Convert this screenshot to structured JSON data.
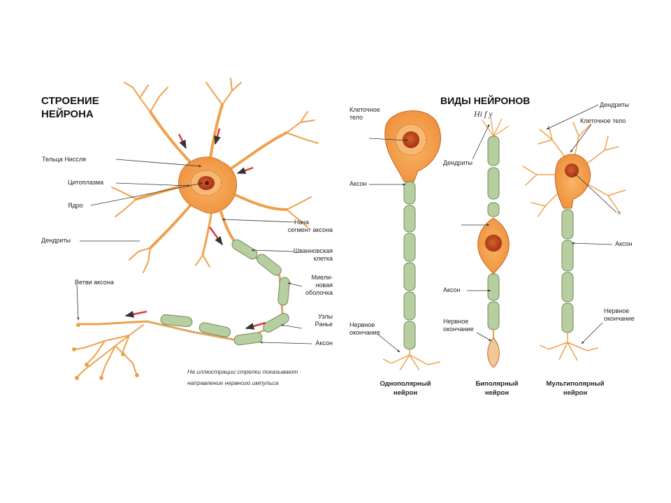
{
  "left": {
    "title_line1": "СТРОЕНИЕ",
    "title_line2": "НЕЙРОНА",
    "labels": {
      "nissl": "Тельца Ниссля",
      "cytoplasm": "Цитоплазма",
      "nucleus": "Ядро",
      "dendrites": "Дендриты",
      "axon_branches": "Ветви аксона",
      "initial_segment_1": "Нача",
      "initial_segment_2": "сегмент аксона",
      "schwann_1": "Шванновская",
      "schwann_2": "клетка",
      "myelin_1": "Миели-",
      "myelin_2": "новая",
      "myelin_3": "оболочка",
      "nodes_1": "Узлы",
      "nodes_2": "Ранье",
      "axon": "Аксон"
    },
    "note_line1": "На иллюстрации стрелки показывают",
    "note_line2": "направление нервного импульса"
  },
  "right": {
    "title": "ВИДЫ НЕЙРОНОВ",
    "handwriting": "Hi f y",
    "labels": {
      "cell_body_1": "Клеточное",
      "cell_body_2": "тело",
      "axon_uni": "Аксон",
      "ending_uni_1": "Нервное",
      "ending_uni_2": "окончание",
      "dendrites_bi": "Дендриты",
      "axon_bi": "Аксон",
      "ending_bi_1": "Нервное",
      "ending_bi_2": "окончание",
      "dendrites_multi": "Дендриты",
      "cell_body_multi": "Клеточное тело",
      "axon_multi": "Аксон",
      "ending_multi_1": "Нервное",
      "ending_multi_2": "окончание",
      "stray_mark": "п"
    },
    "captions": {
      "uni_1": "Однополярный",
      "uni_2": "нейрон",
      "bi_1": "Биполярный",
      "bi_2": "нейрон",
      "multi_1": "Мультиполярный",
      "multi_2": "нейрон"
    }
  },
  "colors": {
    "neuron_fill": "#f4a24a",
    "neuron_stroke": "#c9651d",
    "nucleus": "#b9441c",
    "myelin": "#b7cfa0",
    "myelin_stroke": "#6d8a58",
    "arrow": "#e5343b",
    "leader": "#333333"
  }
}
